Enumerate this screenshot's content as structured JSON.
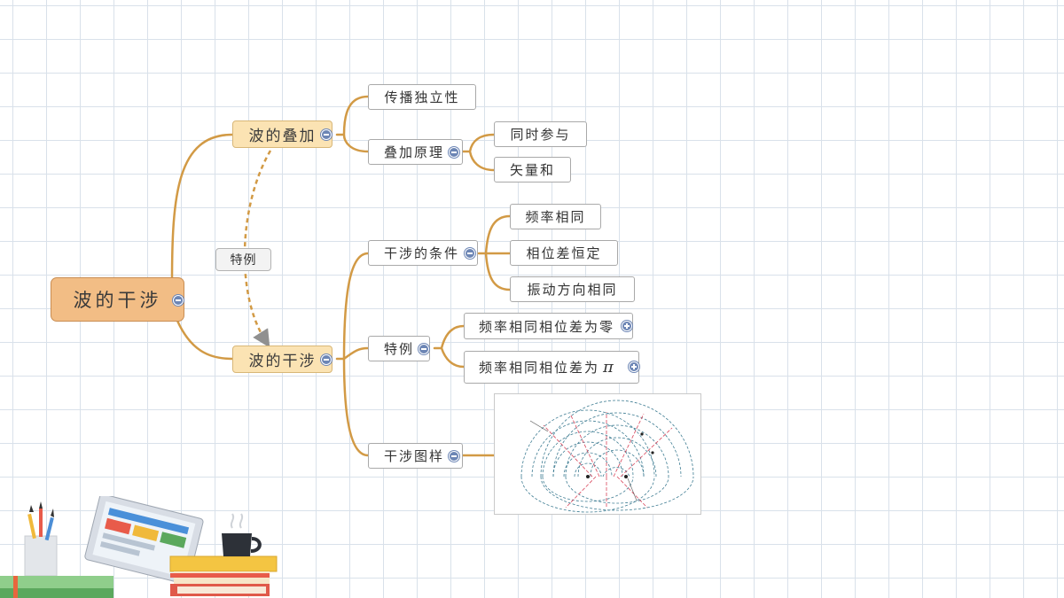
{
  "root": {
    "label": "波的干涉"
  },
  "branches": {
    "superposition": {
      "label": "波的叠加",
      "children": {
        "independence": "传播独立性",
        "principle": {
          "label": "叠加原理",
          "children": [
            "同时参与",
            "矢量和"
          ]
        }
      }
    },
    "interference": {
      "label": "波的干涉",
      "children": {
        "conditions": {
          "label": "干涉的条件",
          "children": [
            "频率相同",
            "相位差恒定",
            "振动方向相同"
          ]
        },
        "special": {
          "label": "特例",
          "children": [
            "频率相同相位差为零",
            "频率相同相位差为"
          ],
          "pi_symbol": "π"
        },
        "pattern": {
          "label": "干涉图样"
        }
      }
    }
  },
  "relationship": {
    "label": "特例"
  },
  "icons": {
    "collapse": "minus-circle-icon",
    "expand": "plus-circle-icon"
  },
  "colors": {
    "connector": "#d29a45",
    "root_fill": "#f2bd85",
    "main_fill": "#fbe3b3",
    "toggle": "#6d86b5",
    "grid": "#d9e1ea"
  }
}
